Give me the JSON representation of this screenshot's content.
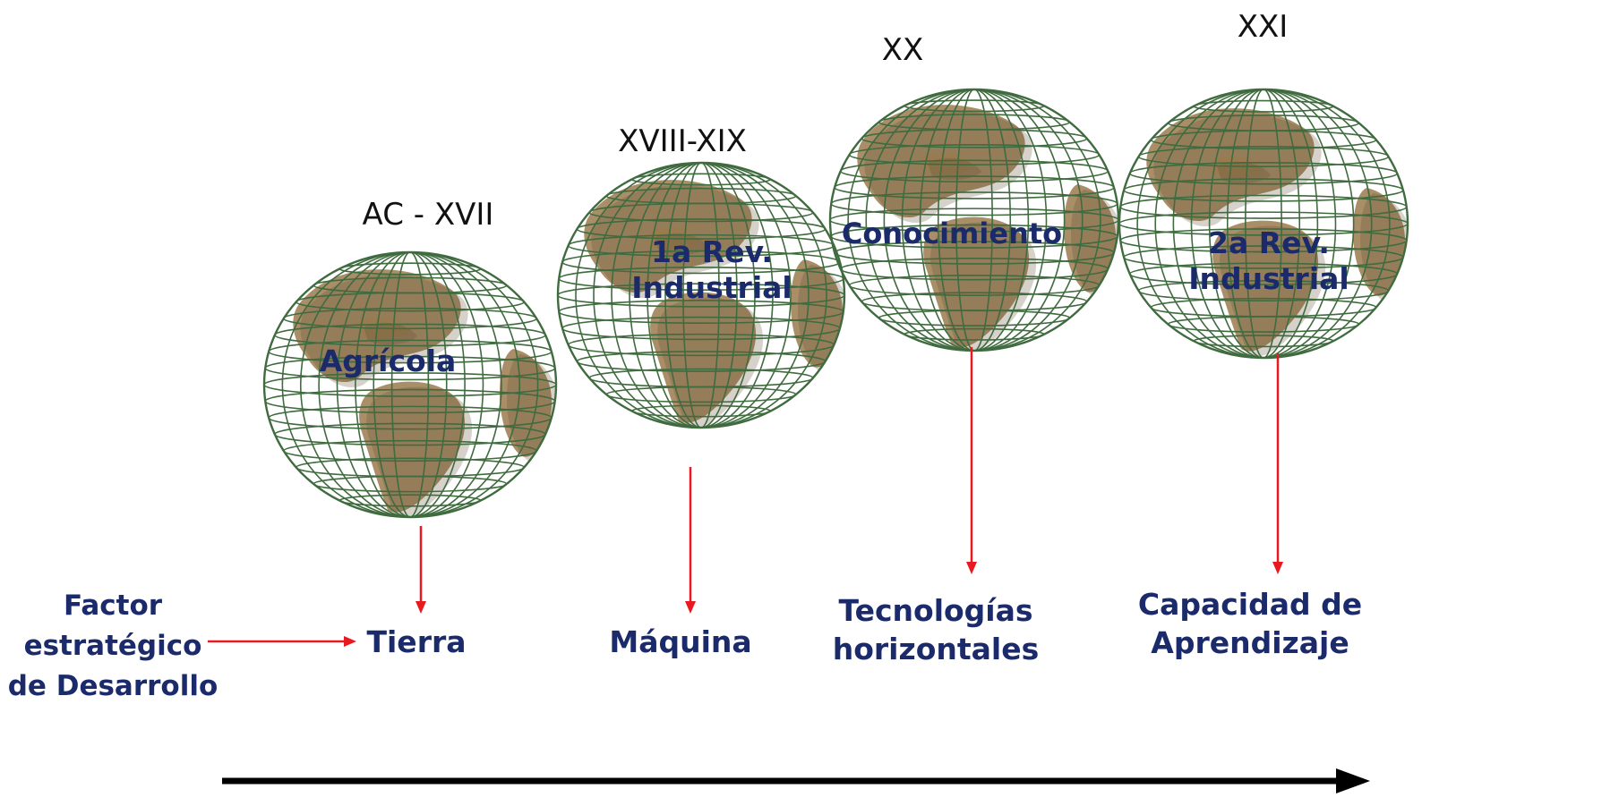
{
  "heading": {
    "lines": [
      "Factor",
      "estratégico",
      "de Desarrollo"
    ]
  },
  "eras": [
    {
      "period": "AC - XVII",
      "globe_label": [
        "Agrícola"
      ],
      "factor": [
        "Tierra"
      ]
    },
    {
      "period": "XVIII-XIX",
      "globe_label": [
        "1a Rev.",
        "Industrial"
      ],
      "factor": [
        "Máquina"
      ]
    },
    {
      "period": "XX",
      "globe_label": [
        "Conocimiento"
      ],
      "factor": [
        "Tecnologías",
        "horizontales"
      ]
    },
    {
      "period": "XXI",
      "globe_label": [
        "2a Rev.",
        "Industrial"
      ],
      "factor": [
        "Capacidad de",
        "Aprendizaje"
      ]
    }
  ],
  "colors": {
    "label_text": "#1b2a6b",
    "arrow_red": "#e8191f",
    "timeline": "#000000",
    "grid": "#3f6b3f",
    "land": "#9a7a4e"
  },
  "icons": {
    "globe": "wireframe-globe-icon"
  }
}
